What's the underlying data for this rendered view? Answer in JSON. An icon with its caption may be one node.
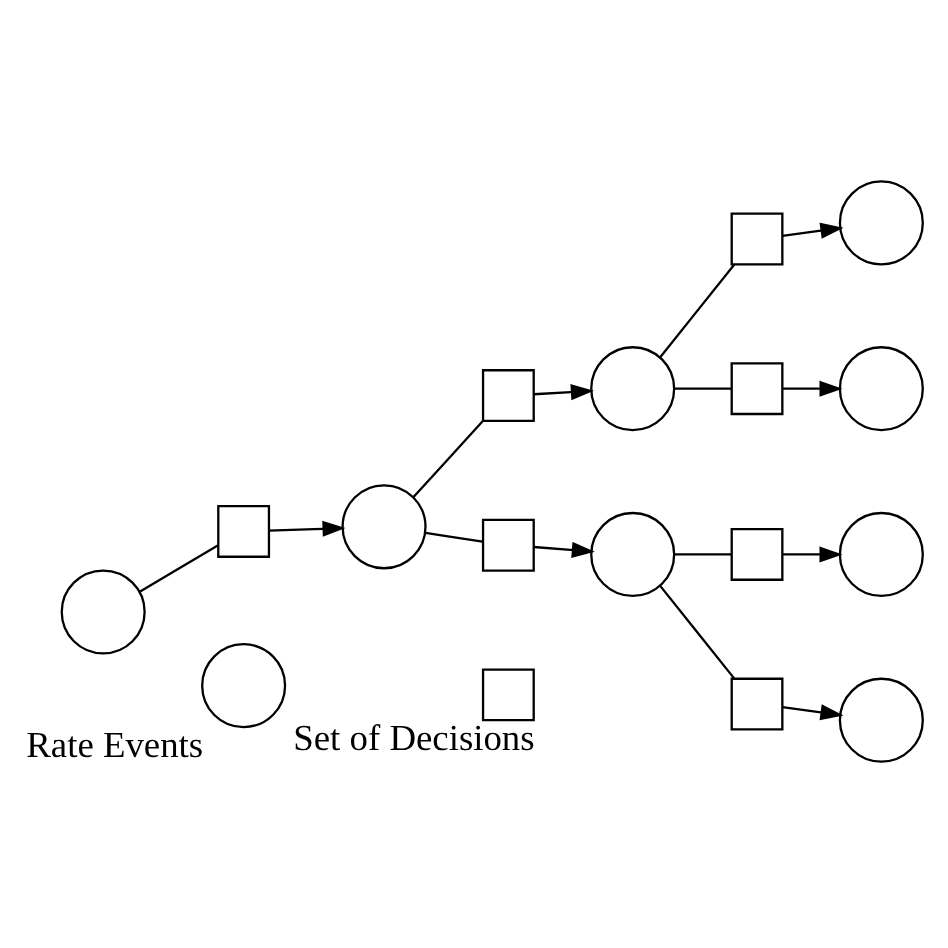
{
  "diagram": {
    "nodes": [
      {
        "text": [],
        "shape": "circle"
      },
      {
        "text": [],
        "shape": "box"
      },
      {
        "text": [],
        "shape": "circle"
      },
      {
        "text": [],
        "shape": "box"
      },
      {
        "text": [],
        "shape": "box"
      },
      {
        "text": [],
        "shape": "circle"
      },
      {
        "text": [],
        "shape": "circle"
      },
      {
        "text": [],
        "shape": "box"
      },
      {
        "text": [],
        "shape": "box"
      },
      {
        "text": [],
        "shape": "box"
      },
      {
        "text": [],
        "shape": "box"
      },
      {
        "text": [],
        "shape": "circle"
      },
      {
        "text": [],
        "shape": "circle"
      },
      {
        "text": [],
        "shape": "circle"
      },
      {
        "text": [],
        "shape": "circle"
      },
      {
        "text": [],
        "shape": "circle",
        "beside": [
          "Rate Events"
        ]
      },
      {
        "text": [],
        "shape": "box",
        "beside": [
          "Set of Decisions"
        ]
      }
    ],
    "edges": [
      {
        "from": 0,
        "to": 1,
        "arrow": "none"
      },
      {
        "from": 1,
        "to": 2,
        "arrow": "to"
      },
      {
        "from": 2,
        "to": 3,
        "arrow": "none"
      },
      {
        "from": 3,
        "to": 5,
        "arrow": "to"
      },
      {
        "from": 2,
        "to": 4,
        "arrow": "none"
      },
      {
        "from": 4,
        "to": 6,
        "arrow": "to"
      },
      {
        "from": 5,
        "to": 7,
        "arrow": "none"
      },
      {
        "from": 7,
        "to": 11,
        "arrow": "to"
      },
      {
        "from": 5,
        "to": 8,
        "arrow": "none"
      },
      {
        "from": 8,
        "to": 12,
        "arrow": "to"
      },
      {
        "from": 6,
        "to": 9,
        "arrow": "none"
      },
      {
        "from": 9,
        "to": 13,
        "arrow": "to"
      },
      {
        "from": 6,
        "to": 10,
        "arrow": "none"
      },
      {
        "from": 10,
        "to": 14,
        "arrow": "to"
      }
    ]
  }
}
